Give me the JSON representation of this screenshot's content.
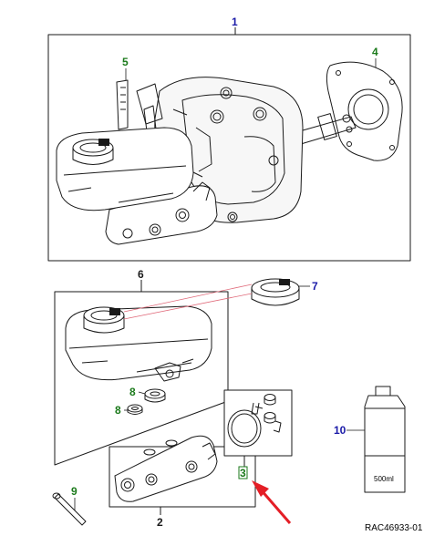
{
  "diagram": {
    "reference": "RAC46933-01",
    "bottle_volume": "500ml",
    "colors": {
      "callout_blue": "#1a1aa8",
      "callout_green": "#1b7a1b",
      "highlight_arrow": "#e41e26",
      "leader_pink": "#e06a7a",
      "line": "#1a1a1a"
    },
    "callouts": [
      {
        "id": "c1",
        "label": "1",
        "color": "blue"
      },
      {
        "id": "c2",
        "label": "2",
        "color": "black"
      },
      {
        "id": "c3",
        "label": "3",
        "color": "green",
        "highlighted": true
      },
      {
        "id": "c4",
        "label": "4",
        "color": "green"
      },
      {
        "id": "c5",
        "label": "5",
        "color": "green"
      },
      {
        "id": "c6",
        "label": "6",
        "color": "black"
      },
      {
        "id": "c7",
        "label": "7",
        "color": "blue"
      },
      {
        "id": "c8a",
        "label": "8",
        "color": "green"
      },
      {
        "id": "c8b",
        "label": "8",
        "color": "green"
      },
      {
        "id": "c9",
        "label": "9",
        "color": "green"
      },
      {
        "id": "c10",
        "label": "10",
        "color": "blue"
      }
    ],
    "icons": [
      "red-arrow-icon",
      "brake-fluid-bottle-icon",
      "reservoir-cap-icon"
    ]
  }
}
